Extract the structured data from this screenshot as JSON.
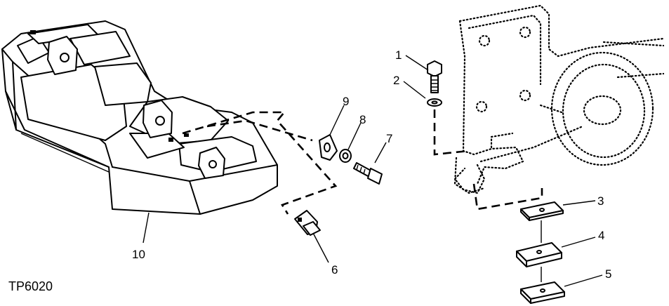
{
  "figure_code": "TP6020",
  "callouts": [
    {
      "num": "1"
    },
    {
      "num": "2"
    },
    {
      "num": "3"
    },
    {
      "num": "4"
    },
    {
      "num": "5"
    },
    {
      "num": "6"
    },
    {
      "num": "7"
    },
    {
      "num": "8"
    },
    {
      "num": "9"
    },
    {
      "num": "10"
    }
  ]
}
